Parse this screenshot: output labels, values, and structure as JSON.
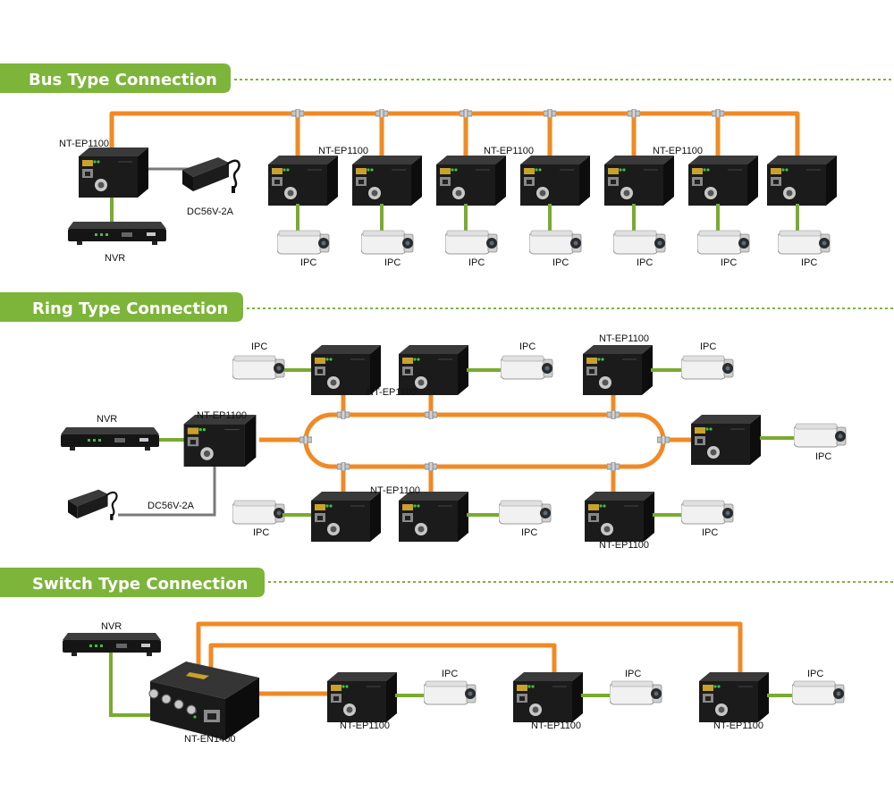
{
  "colors": {
    "header_green": "#7db43a",
    "coax_orange": "#f08a24",
    "ethernet_green": "#79ab2e",
    "power_gray": "#7a7a7a",
    "device_black": "#161616"
  },
  "sections": {
    "bus": {
      "title": "Bus Type Connection"
    },
    "ring": {
      "title": "Ring Type Connection"
    },
    "switch": {
      "title": "Switch Type Connection"
    }
  },
  "labels": {
    "ep": "NT-EP1100",
    "en": "NT-EN1400",
    "nvr": "NVR",
    "ipc": "IPC",
    "psu": "DC56V-2A"
  },
  "icons": [
    "coax-extender-icon",
    "nvr-recorder-icon",
    "ip-camera-icon",
    "power-adapter-icon",
    "coax-switch-icon",
    "t-connector-icon"
  ]
}
